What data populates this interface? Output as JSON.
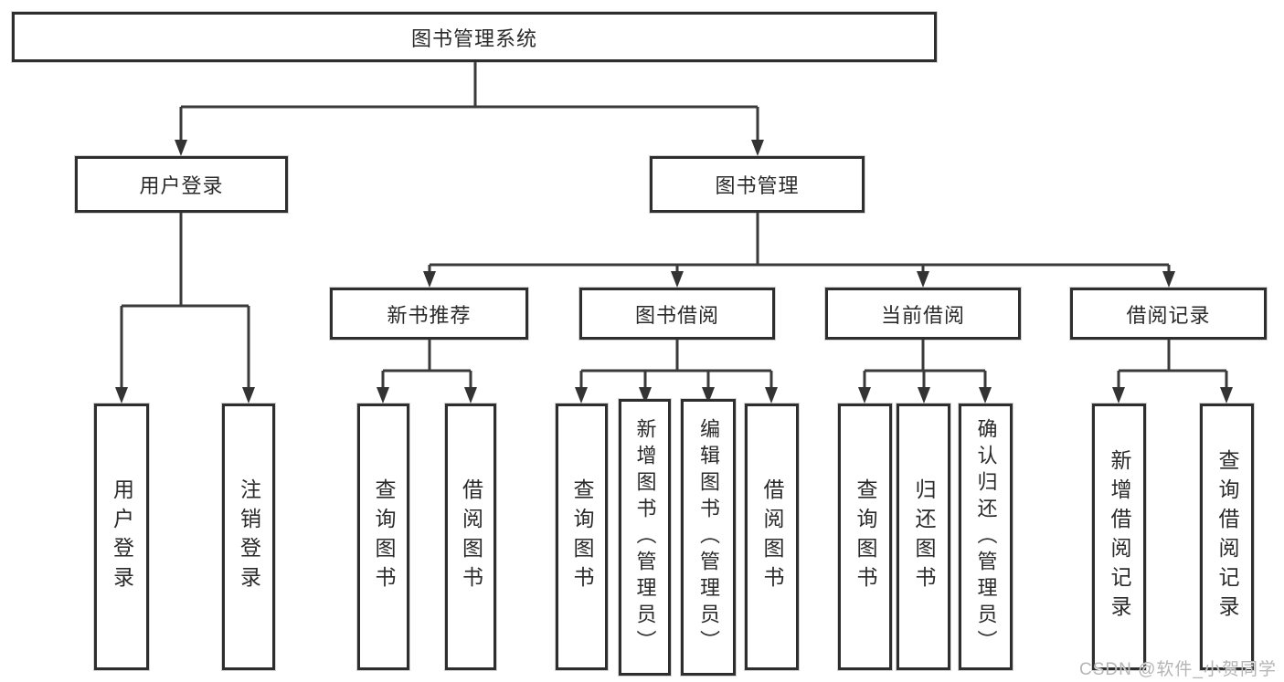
{
  "diagram_title": "图书管理系统",
  "nodes": {
    "root": "图书管理系统",
    "user_login": "用户登录",
    "book_mgmt": "图书管理",
    "new_book_rec": "新书推荐",
    "book_borrow": "图书借阅",
    "current_borrow": "当前借阅",
    "borrow_records": "借阅记录",
    "leaf_user_login": "用户登录",
    "leaf_logout": "注销登录",
    "rec_query_book": "查询图书",
    "rec_borrow_book": "借阅图书",
    "bb_query_book": "查询图书",
    "bb_add_book": "新增图书（管理员）",
    "bb_edit_book": "编辑图书（管理员）",
    "bb_borrow_book": "借阅图书",
    "cb_query_book": "查询图书",
    "cb_return_book": "归还图书",
    "cb_confirm_return": "确认归还（管理员）",
    "br_add_record": "新增借阅记录",
    "br_query_record": "查询借阅记录"
  },
  "watermark": {
    "text": "CSDN @软件_小贺同学"
  },
  "colors": {
    "line": "#3a3a3a",
    "box_border": "#2e2e2e",
    "text": "#2a2a2a",
    "watermark": "#b5b5b5",
    "background": "#ffffff"
  }
}
